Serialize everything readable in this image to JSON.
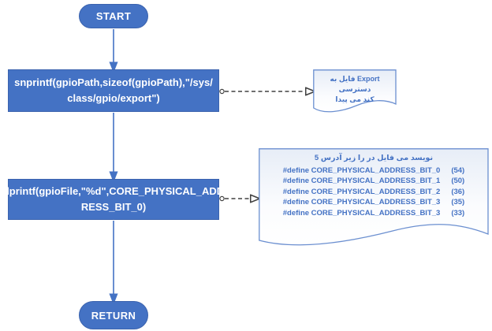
{
  "colors": {
    "accent": "#4472C4",
    "node-border": "#3B63AE",
    "note-border": "#6B8FD0",
    "note-text": "#4472C4",
    "connector": "#404040",
    "canvas-bg": "#FFFFFF"
  },
  "flowchart": {
    "start_label": "START",
    "return_label": "RETURN",
    "process_snprintf": {
      "line1": "snprintf(gpioPath,sizeof(gpioPath),\"/sys/",
      "line2": "class/gpio/export\")"
    },
    "process_dprintf": {
      "line1": "dprintf(gpioFile,\"%d\",CORE_PHYSICAL_ADD",
      "line2": "RESS_BIT_0)"
    },
    "note_export": {
      "line1": "به‎ فایل‎ Export‎ دسترسی",
      "line2": "پیدا‎ می‎ کند"
    },
    "note_defines": {
      "header": "5‎ آدرس‎ زیر‎ را‎ در‎ فایل‎ می‎ نویسد",
      "rows": [
        {
          "name": "#define CORE_PHYSICAL_ADDRESS_BIT_0",
          "value": "(54)"
        },
        {
          "name": "#define CORE_PHYSICAL_ADDRESS_BIT_1",
          "value": "(50)"
        },
        {
          "name": "#define CORE_PHYSICAL_ADDRESS_BIT_2",
          "value": "(36)"
        },
        {
          "name": "#define CORE_PHYSICAL_ADDRESS_BIT_3",
          "value": "(35)"
        },
        {
          "name": "#define CORE_PHYSICAL_ADDRESS_BIT_3",
          "value": "(33)"
        }
      ]
    }
  }
}
